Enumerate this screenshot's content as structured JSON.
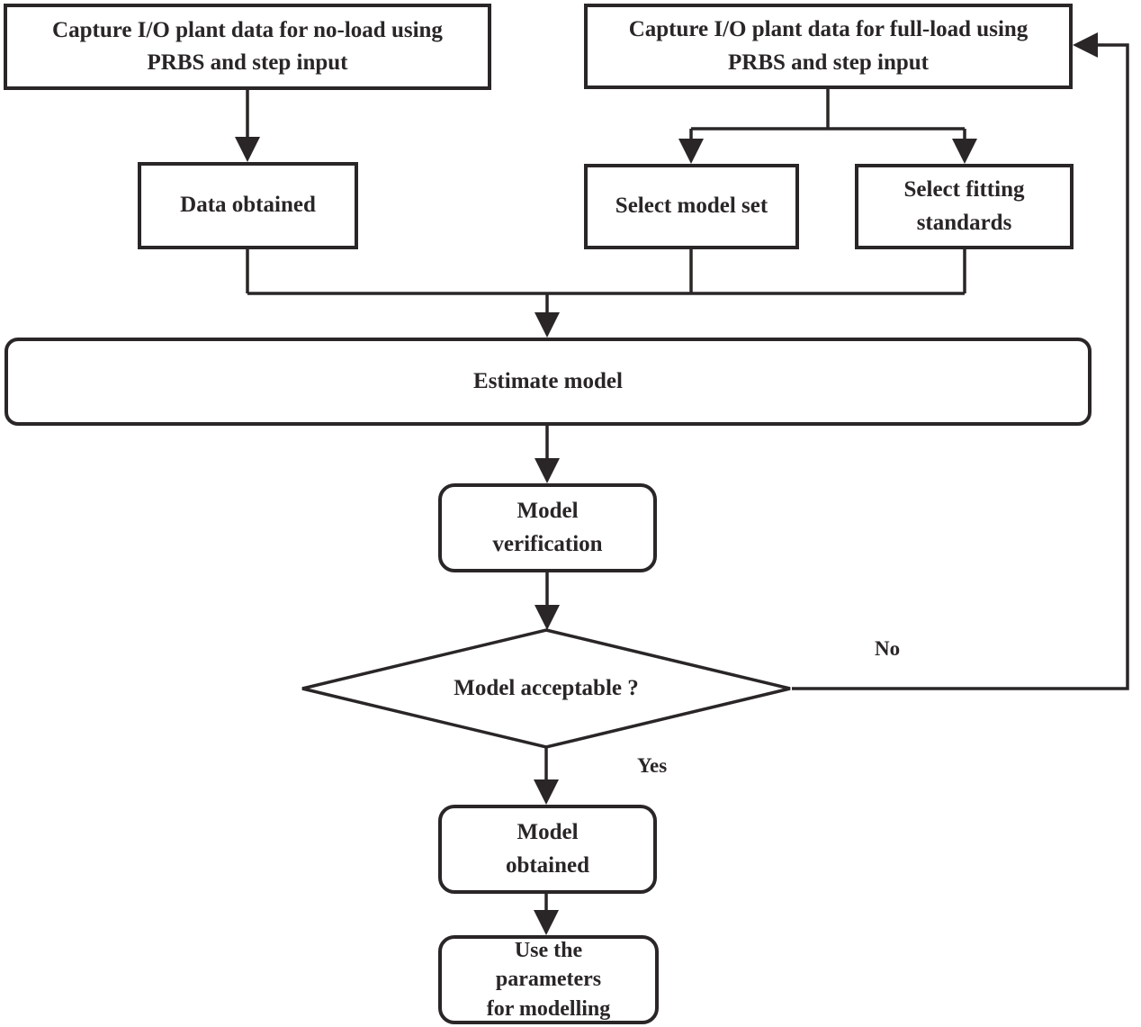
{
  "nodes": {
    "capture_no_load": {
      "lines": [
        "Capture I/O plant data for no-load using",
        "PRBS and step input"
      ]
    },
    "capture_full_load": {
      "lines": [
        "Capture I/O plant data for full-load using",
        "PRBS and step input"
      ]
    },
    "data_obtained": {
      "lines": [
        "Data obtained"
      ]
    },
    "select_model_set": {
      "lines": [
        "Select model set"
      ]
    },
    "select_fitting": {
      "lines": [
        "Select fitting",
        "standards"
      ]
    },
    "estimate_model": {
      "lines": [
        "Estimate model"
      ]
    },
    "model_verification": {
      "lines": [
        "Model",
        "verification"
      ]
    },
    "model_acceptable": {
      "lines": [
        "Model acceptable ?"
      ]
    },
    "model_obtained": {
      "lines": [
        "Model",
        "obtained"
      ]
    },
    "use_parameters": {
      "lines": [
        "Use the",
        "parameters",
        "for modelling"
      ]
    }
  },
  "edge_labels": {
    "no": "No",
    "yes": "Yes"
  },
  "colors": {
    "ink": "#2a2627",
    "background": "#ffffff"
  }
}
